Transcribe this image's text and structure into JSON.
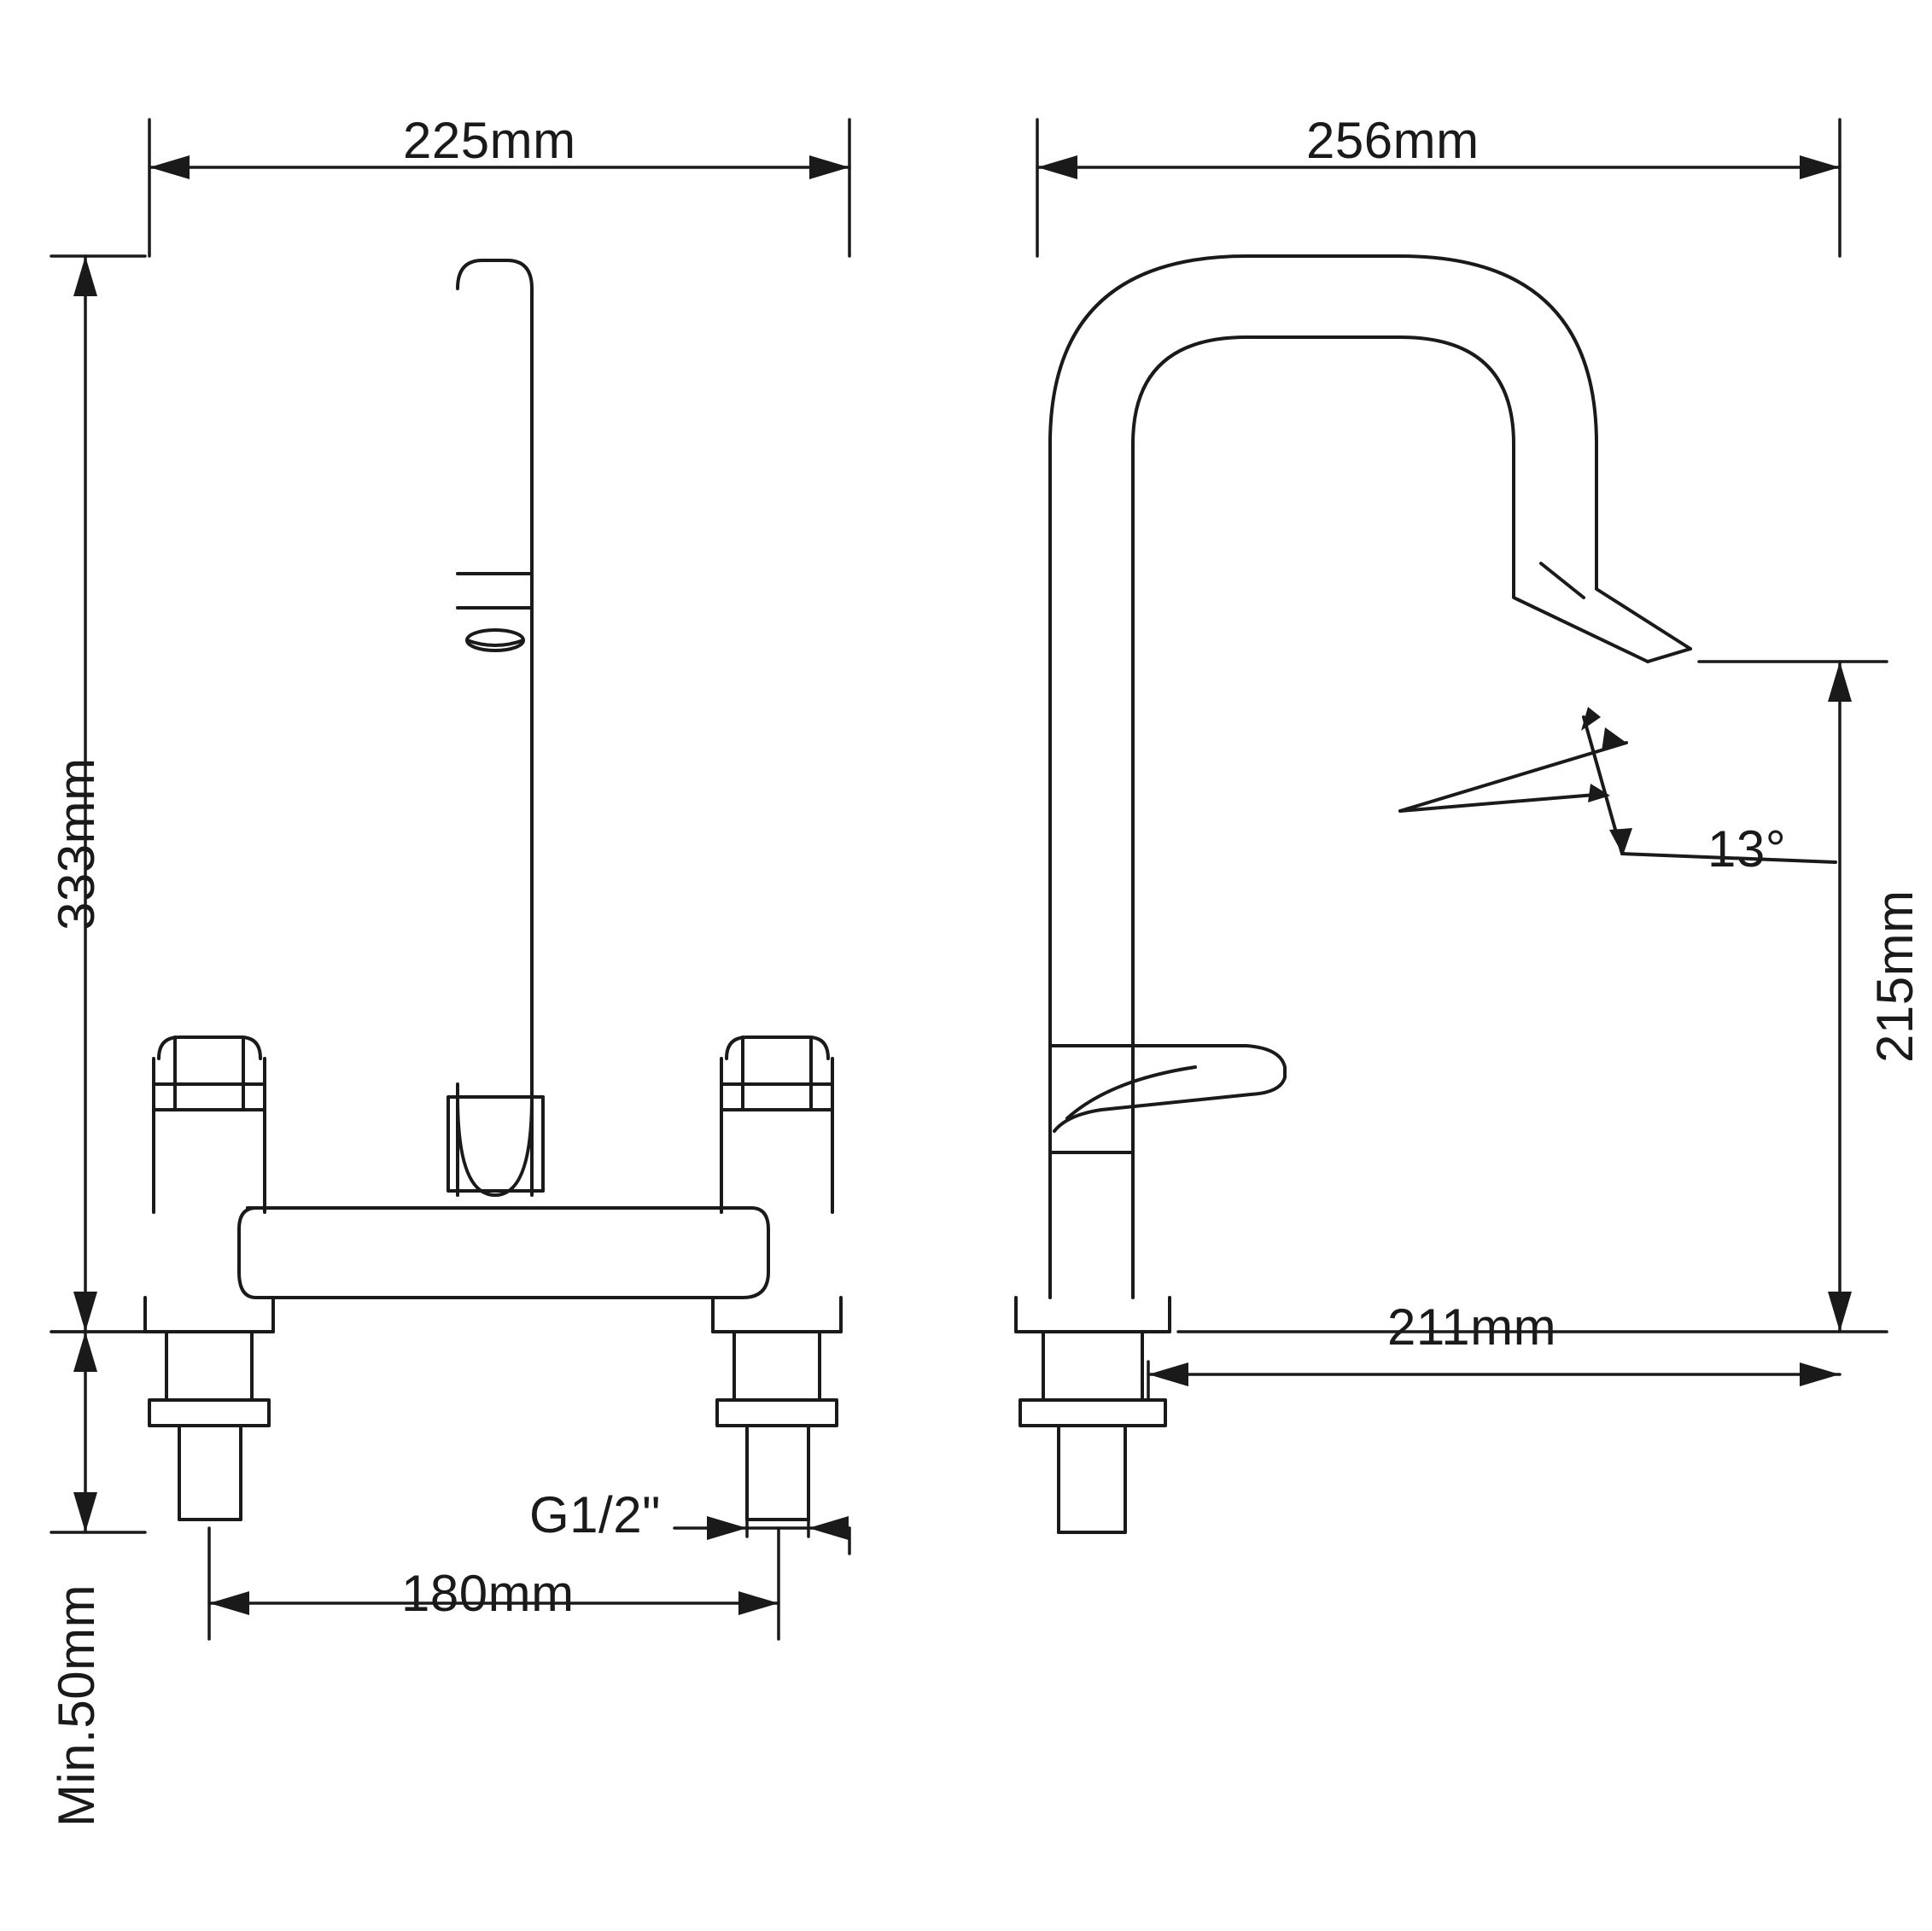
{
  "drawing": {
    "title": "Kitchen mixer tap technical dimension drawing",
    "views": [
      {
        "name": "front-view",
        "description": "Front elevation of two-handle bridge mixer tap"
      },
      {
        "name": "side-view",
        "description": "Side elevation of mixer tap with swan-neck spout and lever handle"
      }
    ],
    "line_color": "#1a1a1a"
  },
  "dimensions": {
    "front_width": "225mm",
    "total_height": "333mm",
    "centers": "180mm",
    "thread": "G1/2\"",
    "min_thickness": "Min.50mm",
    "side_reach": "256mm",
    "spout_height": "215mm",
    "spout_projection": "211mm",
    "outlet_angle": "13°"
  }
}
